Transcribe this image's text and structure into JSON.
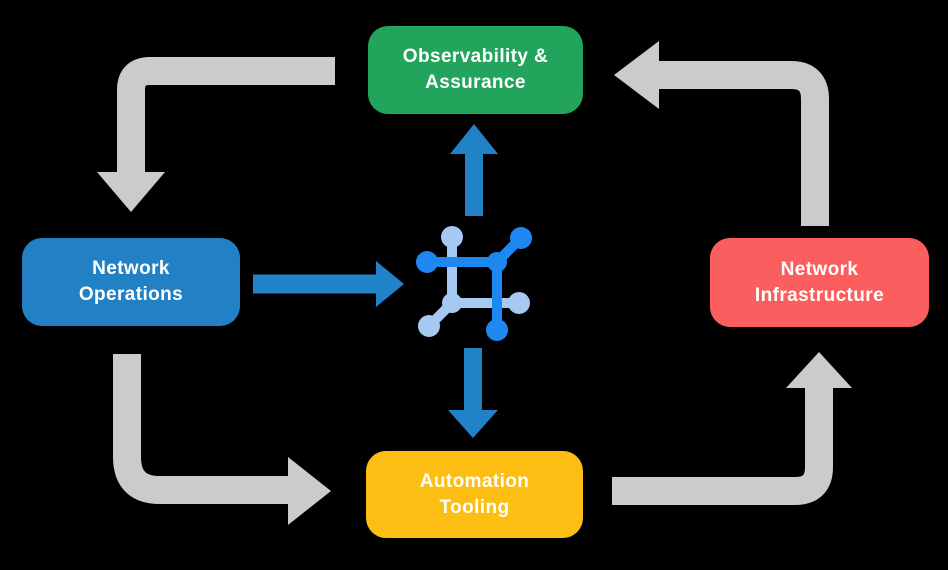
{
  "diagram_title": "Network automation lifecycle diagram",
  "colors": {
    "background": "#000000",
    "cycle_arrow_gray": "#CBCBCB",
    "data_arrow_blue": "#2182C7",
    "icon_dark_blue": "#1E88F2",
    "icon_light_blue": "#A5C9F3",
    "node_green": "#23A45C",
    "node_blue": "#2181C4",
    "node_red": "#FB5E5E",
    "node_yellow": "#FCBE13",
    "label_text": "#FFFFFF"
  },
  "nodes": {
    "observability": {
      "line1": "Observability &",
      "line2": "Assurance",
      "color": "#23A45C"
    },
    "operations": {
      "line1": "Network",
      "line2": "Operations",
      "color": "#2181C4"
    },
    "infrastructure": {
      "line1": "Network",
      "line2": "Infrastructure",
      "color": "#FB5E5E"
    },
    "automation": {
      "line1": "Automation",
      "line2": "Tooling",
      "color": "#FCBE13"
    }
  },
  "center_icon": {
    "name": "network-mesh-icon",
    "dark": "#1E88F2",
    "light": "#A5C9F3"
  },
  "cycle_arrows": [
    {
      "from": "observability",
      "to": "operations",
      "direction": "left-then-down",
      "color": "#CBCBCB"
    },
    {
      "from": "operations",
      "to": "automation",
      "direction": "down-then-right",
      "color": "#CBCBCB"
    },
    {
      "from": "automation",
      "to": "infrastructure",
      "direction": "right-then-up",
      "color": "#CBCBCB"
    },
    {
      "from": "infrastructure",
      "to": "observability",
      "direction": "up-then-left",
      "color": "#CBCBCB"
    }
  ],
  "data_arrows": [
    {
      "from": "operations",
      "to": "center-icon",
      "direction": "right",
      "color": "#2182C7"
    },
    {
      "from": "center-icon",
      "to": "observability",
      "direction": "up",
      "color": "#2182C7"
    },
    {
      "from": "center-icon",
      "to": "automation",
      "direction": "down",
      "color": "#2182C7"
    }
  ]
}
